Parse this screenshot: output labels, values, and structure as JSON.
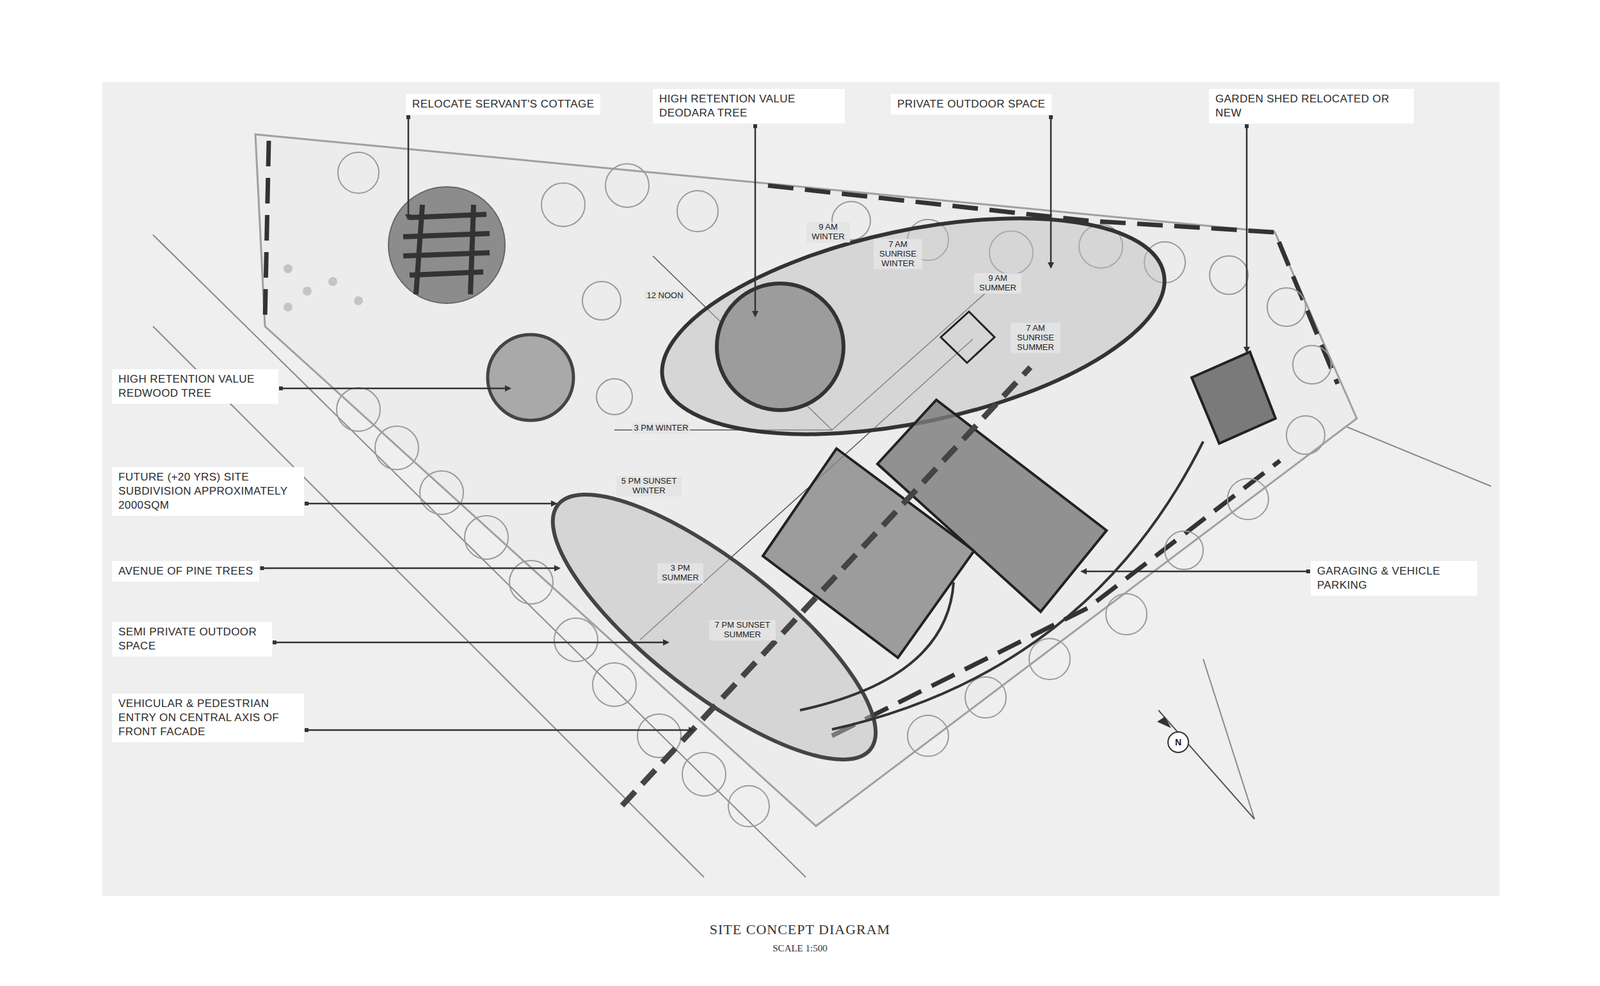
{
  "diagram": {
    "title": "SITE CONCEPT DIAGRAM",
    "caption": "SCALE 1:500",
    "nodes": [
      {
        "text": [
          "RELOCATE SERVANT'S COTTAGE"
        ]
      },
      {
        "text": [
          "HIGH RETENTION VALUE DEODARA TREE"
        ]
      },
      {
        "text": [
          "PRIVATE OUTDOOR SPACE"
        ]
      },
      {
        "text": [
          "GARDEN SHED RELOCATED OR NEW"
        ]
      },
      {
        "text": [
          "HIGH RETENTION VALUE REDWOOD TREE"
        ]
      },
      {
        "text": [
          "FUTURE (+20 YRS) SITE SUBDIVISION APPROXIMATELY 2000SQM"
        ]
      },
      {
        "text": [
          "AVENUE OF PINE TREES"
        ]
      },
      {
        "text": [
          "SEMI PRIVATE OUTDOOR SPACE"
        ]
      },
      {
        "text": [
          "VEHICULAR & PEDESTRIAN ENTRY ON CENTRAL AXIS OF FRONT FACADE"
        ]
      },
      {
        "text": [
          "GARAGING & VEHICLE PARKING"
        ]
      }
    ],
    "labels": [
      "9 AM WINTER",
      "7 AM SUNRISE WINTER",
      "9 AM SUMMER",
      "7 AM SUNRISE SUMMER",
      "12 NOON",
      "3 PM WINTER",
      "5 PM SUNSET WINTER",
      "3 PM SUMMER",
      "7 PM SUNSET SUMMER",
      "N"
    ]
  }
}
